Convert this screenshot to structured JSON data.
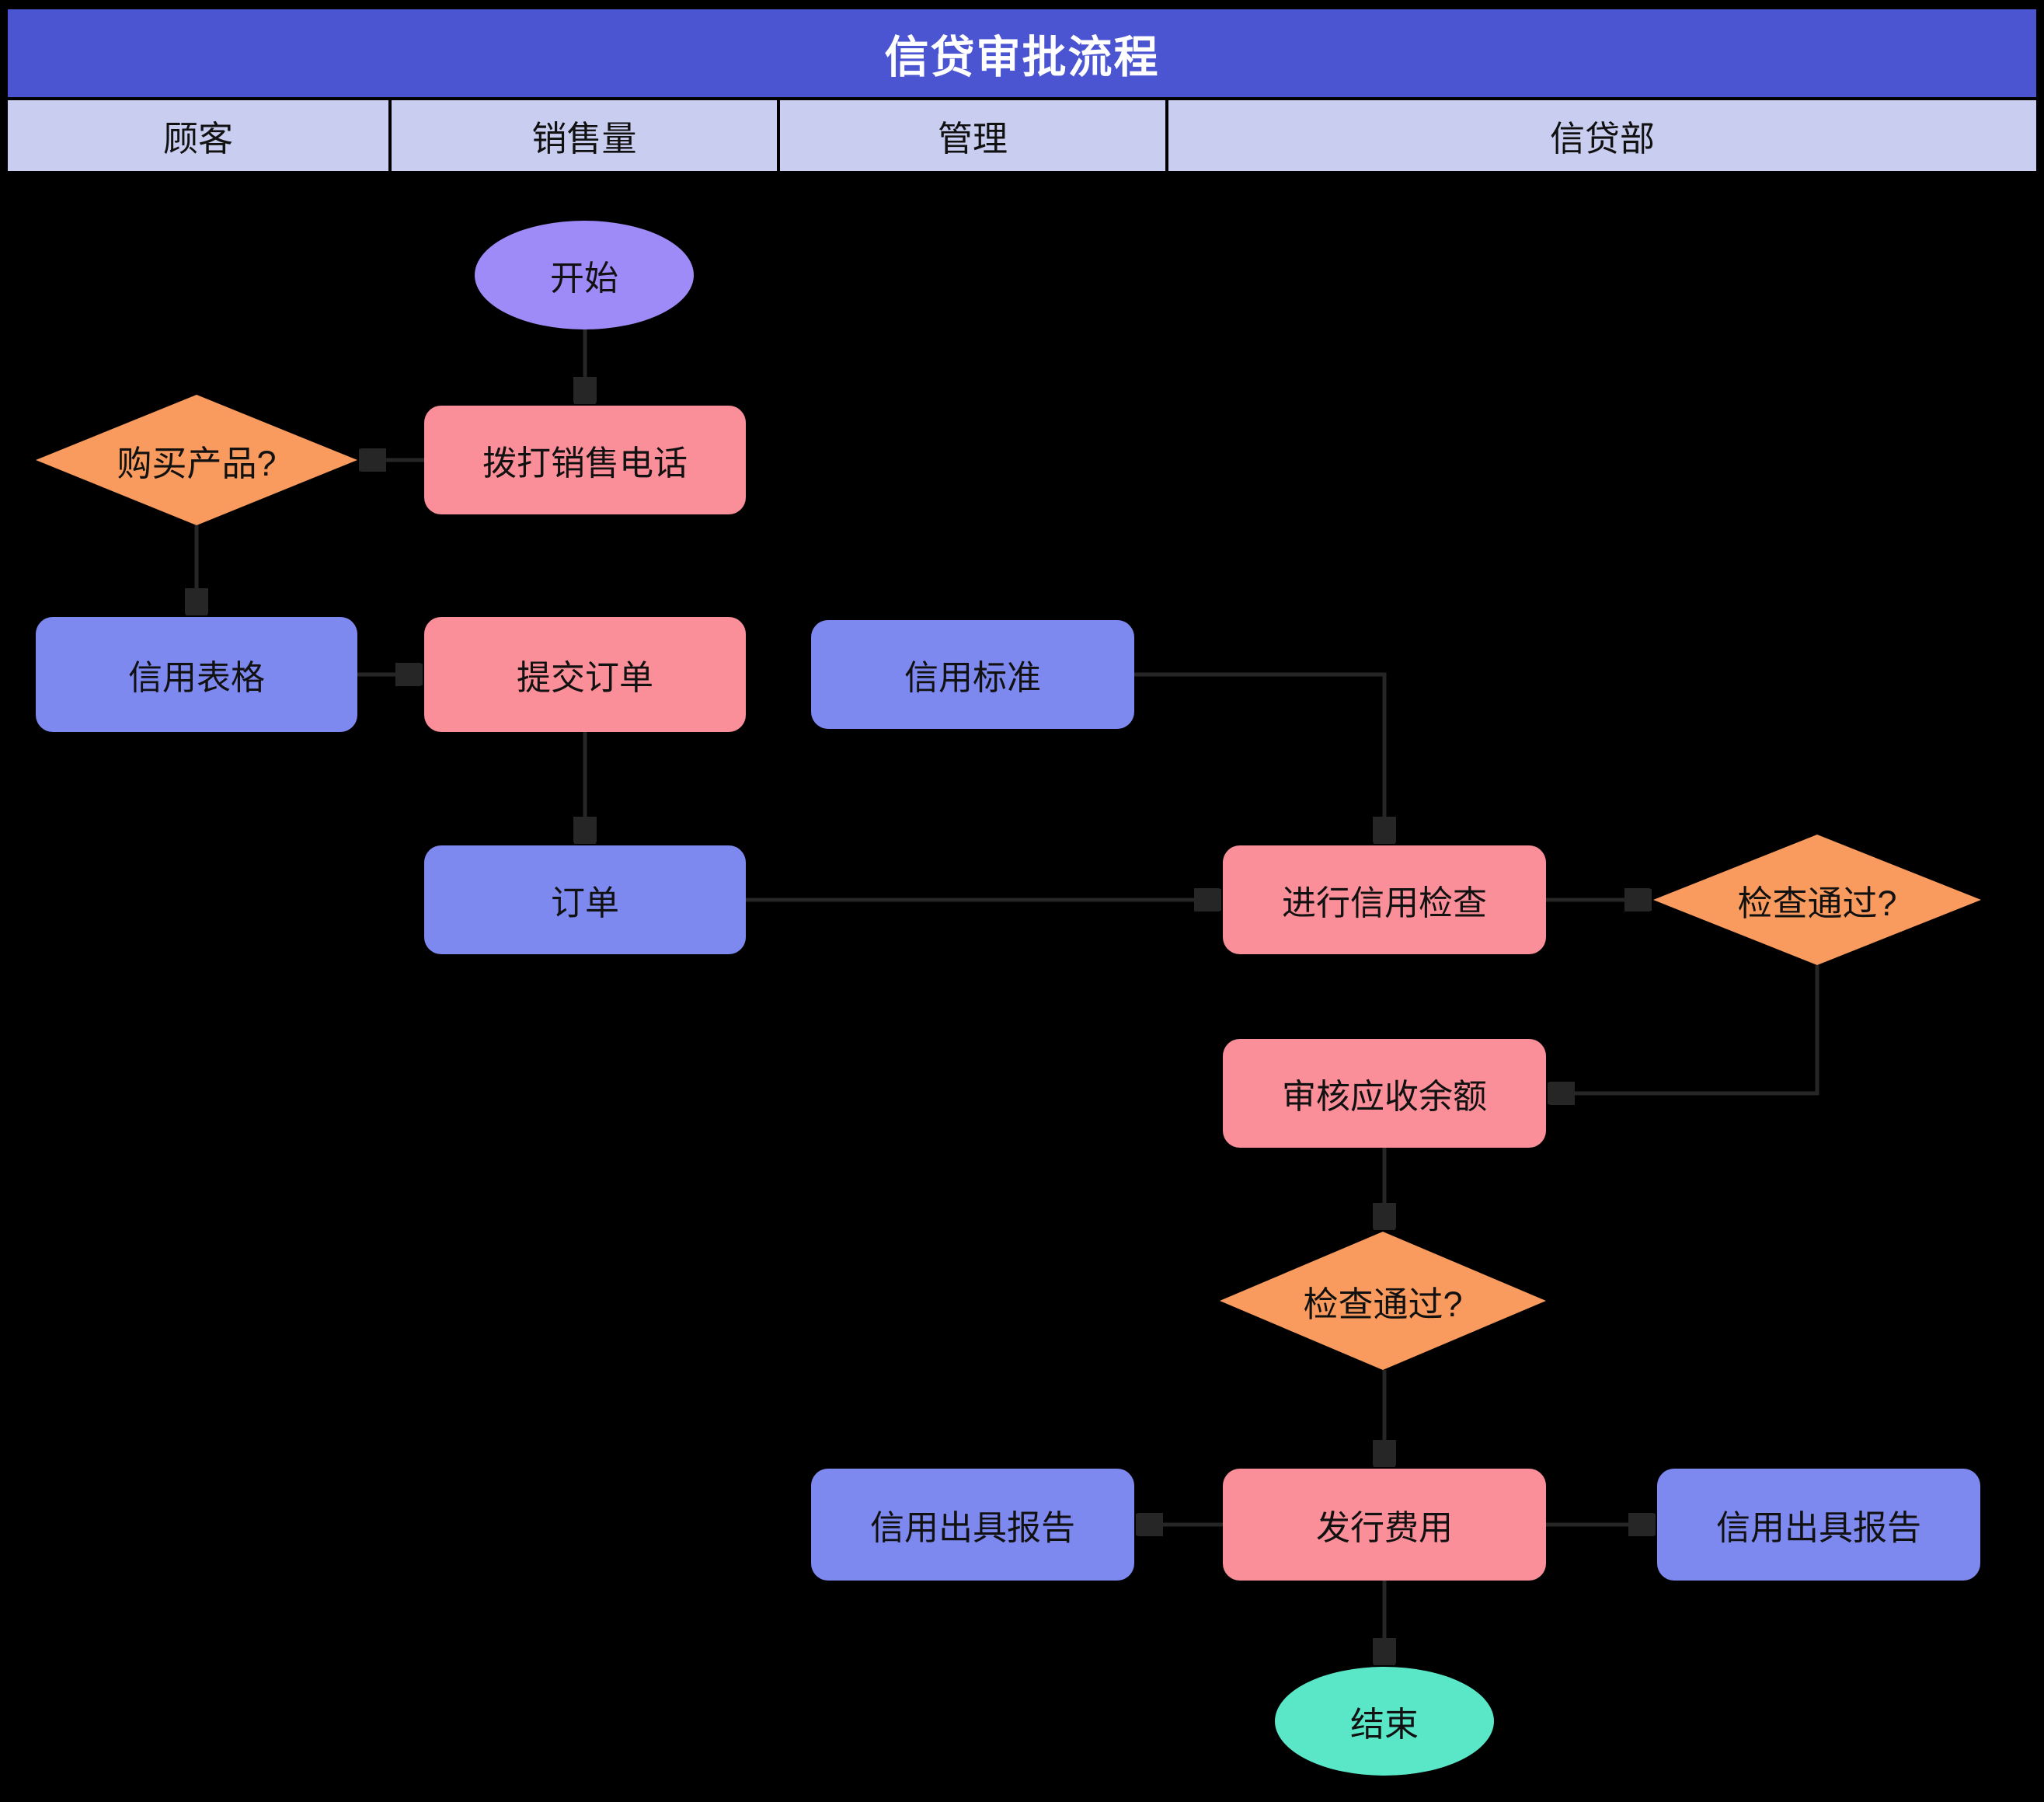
{
  "title": "信贷审批流程",
  "lanes": [
    {
      "label": "顾客"
    },
    {
      "label": "销售量"
    },
    {
      "label": "管理"
    },
    {
      "label": "信贷部"
    }
  ],
  "nodes": {
    "start": {
      "label": "开始",
      "type": "start"
    },
    "call_sales": {
      "label": "拨打销售电话",
      "type": "process"
    },
    "buy_product": {
      "label": "购买产品?",
      "type": "decision"
    },
    "credit_form": {
      "label": "信用表格",
      "type": "data"
    },
    "submit_order": {
      "label": "提交订单",
      "type": "process"
    },
    "credit_standard": {
      "label": "信用标准",
      "type": "data"
    },
    "order": {
      "label": "订单",
      "type": "data"
    },
    "credit_check": {
      "label": "进行信用检查",
      "type": "process"
    },
    "check_pass_1": {
      "label": "检查通过?",
      "type": "decision"
    },
    "review_balance": {
      "label": "审核应收余额",
      "type": "process"
    },
    "check_pass_2": {
      "label": "检查通过?",
      "type": "decision"
    },
    "credit_report_left": {
      "label": "信用出具报告",
      "type": "data"
    },
    "issue_fee": {
      "label": "发行费用",
      "type": "process"
    },
    "credit_report_right": {
      "label": "信用出具报告",
      "type": "data"
    },
    "end": {
      "label": "结束",
      "type": "end"
    }
  },
  "colors": {
    "background": "#000000",
    "title_bar": "#4b55d1",
    "title_text": "#ffffff",
    "lane_bg": "#c9cdf0",
    "process_pink": "#fa8f99",
    "data_blue": "#7e89ef",
    "decision_orange": "#f99b5e",
    "start_purple": "#9f8bf7",
    "end_teal": "#59e7c7",
    "connector": "#262626",
    "node_text": "#111111"
  }
}
